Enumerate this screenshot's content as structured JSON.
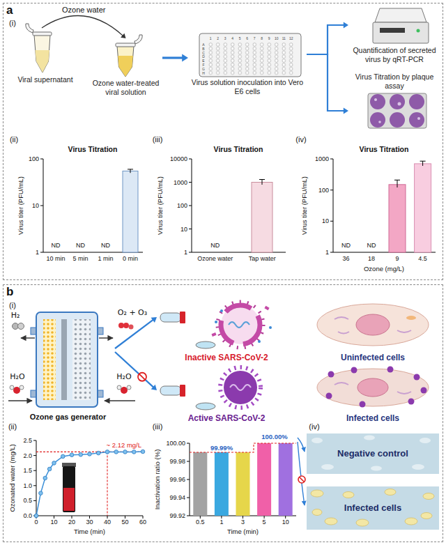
{
  "diagram": {
    "nodes": [
      {
        "text": [
          "a"
        ]
      },
      {
        "text": [
          "Viral supernatant"
        ],
        "in": 0
      },
      {
        "text": [
          "Ozone water-treated viral solution"
        ],
        "in": 0
      },
      {
        "text": [
          "Virus solution inoculation into Vero E6 cells"
        ],
        "in": 0
      },
      {
        "text": [
          "Quantification of secreted virus by qRT-PCR"
        ],
        "in": 0
      },
      {
        "text": [
          "Virus Titration by plaque assay"
        ],
        "in": 0
      },
      {
        "text": [
          "b"
        ]
      },
      {
        "text": [
          "Ozone gas generator"
        ],
        "in": 6
      },
      {
        "text": [
          "Inactive SARS-CoV-2"
        ],
        "in": 6
      },
      {
        "text": [
          "Active SARS-CoV-2"
        ],
        "in": 6
      },
      {
        "text": [
          "Uninfected cells"
        ],
        "in": 6
      },
      {
        "text": [
          "Infected cells"
        ],
        "in": 6
      },
      {
        "text": [
          "Negative control"
        ],
        "in": 6
      },
      {
        "text": [
          "Infected cells"
        ],
        "in": 6
      }
    ],
    "edges": [
      {
        "from": 1,
        "to": 2,
        "label": "Ozone water",
        "arrow": "to"
      },
      {
        "from": 2,
        "to": 3,
        "arrow": "to"
      },
      {
        "from": 3,
        "to": 4,
        "arrow": "to"
      },
      {
        "from": 3,
        "to": 5,
        "arrow": "to"
      },
      {
        "from": 7,
        "to": 8,
        "arrow": "to"
      },
      {
        "from": 7,
        "to": 9,
        "arrow": "to"
      }
    ],
    "labels": [
      "(i)",
      "1",
      "2",
      "3",
      "4",
      "5",
      "6",
      "7",
      "8",
      "9",
      "10",
      "11",
      "12",
      "A",
      "B",
      "C",
      "D",
      "E",
      "F",
      "G",
      "H",
      "(ii)",
      "Virus Titration",
      "Virus titer (PFU/mL)",
      "100",
      "10",
      "1",
      "ND",
      "ND",
      "ND",
      "10 min",
      "5 min",
      "1 min",
      "0 min",
      "(iii)",
      "Virus Titration",
      "Virus titer (PFU/mL)",
      "10000",
      "1000",
      "100",
      "10",
      "1",
      "ND",
      "Ozone water",
      "Tap water",
      "(iv)",
      "Virus Titration",
      "Virus titer (PFU/mL)",
      "1000",
      "100",
      "10",
      "1",
      "ND",
      "ND",
      "36",
      "18",
      "9",
      "4.5",
      "Ozone (mg/L)",
      "(i)",
      "H₂",
      "O₂ + O₃",
      "H₂O",
      "H₂O",
      "(ii)",
      "Ozonated water (mg/L)",
      "2.5",
      "2.0",
      "1.5",
      "1.0",
      "0.5",
      "0.0",
      "0",
      "10",
      "20",
      "30",
      "40",
      "50",
      "60",
      "Time (min)",
      "~ 2.12 mg/L",
      "(iii)",
      "Inactivation ratio (%)",
      "100.00",
      "99.98",
      "99.96",
      "99.94",
      "99.92",
      "99.99%",
      "100.00%",
      "0.5",
      "1",
      "3",
      "5",
      "10",
      "Time (min)",
      "(iv)"
    ]
  }
}
